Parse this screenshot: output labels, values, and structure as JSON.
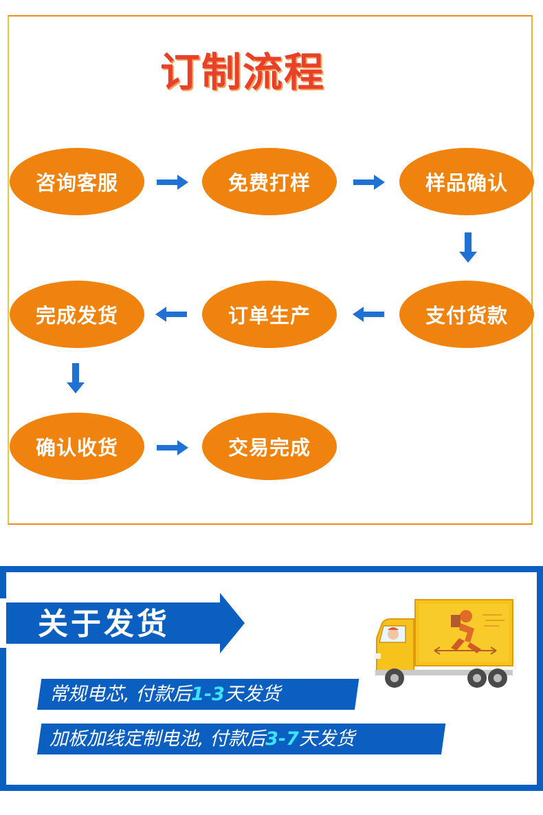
{
  "flow": {
    "title": "订制流程",
    "steps": [
      {
        "id": "consult",
        "label": "咨询客服"
      },
      {
        "id": "sample",
        "label": "免费打样"
      },
      {
        "id": "sample-confirm",
        "label": "样品确认"
      },
      {
        "id": "payment",
        "label": "支付货款"
      },
      {
        "id": "production",
        "label": "订单生产"
      },
      {
        "id": "shipping",
        "label": "完成发货"
      },
      {
        "id": "receipt",
        "label": "确认收货"
      },
      {
        "id": "done",
        "label": "交易完成"
      }
    ]
  },
  "shipping_info": {
    "title": "关于发货",
    "lines": [
      {
        "prefix": "常规电芯, 付款后",
        "highlight": "1-3",
        "suffix": "天发货"
      },
      {
        "prefix": "加板加线定制电池, 付款后",
        "highlight": "3-7",
        "suffix": "天发货"
      }
    ]
  },
  "colors": {
    "node_orange": "#f0820e",
    "title_red": "#e8412a",
    "frame_orange": "#f08a1c",
    "arrow_blue": "#1f72d4",
    "banner_blue": "#0a5fc1",
    "highlight_cyan": "#3de3ff",
    "truck_yellow": "#f6c21c"
  }
}
